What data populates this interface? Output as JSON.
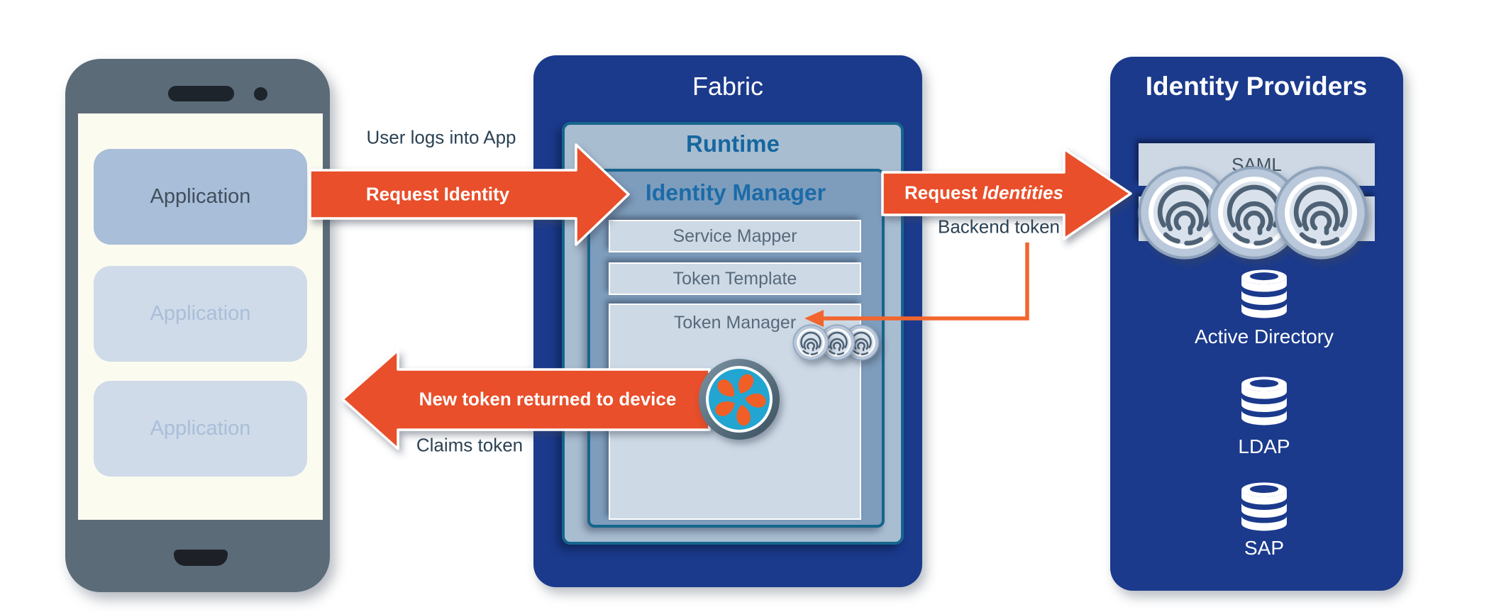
{
  "colors": {
    "accent_orange": "#E8502B",
    "line_orange": "#F2662E",
    "navy": "#1B3A8C",
    "teal_border": "#16658E",
    "runtime_fill": "#A9BDD1",
    "manager_fill": "#7E9DBC",
    "bar_fill": "#CDD9E5",
    "phone_body": "#5B6B77",
    "screen_cream": "#FBFBF0",
    "app_active_fill": "#A9BED9",
    "app_inactive_fill": "#CFDBE9",
    "title_blue": "#1B6BA8",
    "dark_text": "#2C4254",
    "logo_teal": "#24A5D1",
    "logo_orange": "#F15F26"
  },
  "device": {
    "apps": [
      {
        "label": "Application"
      },
      {
        "label": "Application"
      },
      {
        "label": "Application"
      }
    ]
  },
  "fabric": {
    "title": "Fabric",
    "runtime_title": "Runtime",
    "identity_manager_title": "Identity Manager",
    "components": {
      "service_mapper": "Service Mapper",
      "token_template": "Token Template",
      "token_manager": "Token Manager"
    }
  },
  "identity_providers": {
    "title": "Identity Providers",
    "saml_label": "SAML",
    "directories": {
      "active_directory": "Active Directory",
      "ldap": "LDAP",
      "sap": "SAP"
    }
  },
  "flow_labels": {
    "user_login": "User logs into App",
    "request_identity": "Request Identity",
    "request_identities_prefix": "Request ",
    "request_identities_emphasis": "Identities",
    "backend_token": "Backend token",
    "new_token": "New token returned to device",
    "claims_token": "Claims token"
  }
}
